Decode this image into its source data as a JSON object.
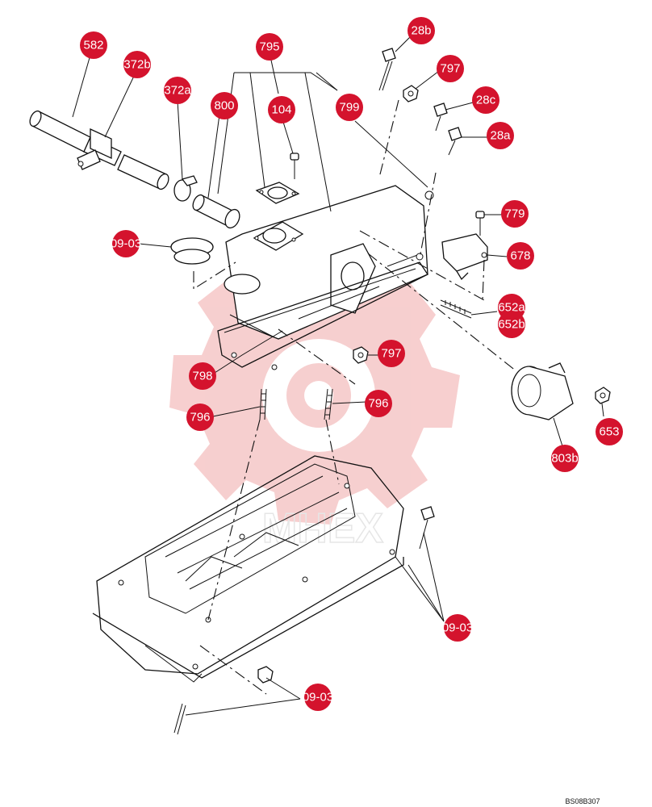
{
  "callouts": [
    {
      "id": "c-582",
      "label": "582"
    },
    {
      "id": "c-372b",
      "label": "372b"
    },
    {
      "id": "c-372a",
      "label": "372a"
    },
    {
      "id": "c-800",
      "label": "800"
    },
    {
      "id": "c-795",
      "label": "795"
    },
    {
      "id": "c-104",
      "label": "104"
    },
    {
      "id": "c-799",
      "label": "799"
    },
    {
      "id": "c-28b",
      "label": "28b"
    },
    {
      "id": "c-797-top",
      "label": "797"
    },
    {
      "id": "c-28c",
      "label": "28c"
    },
    {
      "id": "c-28a",
      "label": "28a"
    },
    {
      "id": "c-0903-left",
      "label": "09-03"
    },
    {
      "id": "c-779",
      "label": "779"
    },
    {
      "id": "c-678",
      "label": "678"
    },
    {
      "id": "c-652a",
      "label": "652a"
    },
    {
      "id": "c-652b",
      "label": "652b"
    },
    {
      "id": "c-797-mid",
      "label": "797"
    },
    {
      "id": "c-798",
      "label": "798"
    },
    {
      "id": "c-796-left",
      "label": "796"
    },
    {
      "id": "c-796-right",
      "label": "796"
    },
    {
      "id": "c-653",
      "label": "653"
    },
    {
      "id": "c-803b",
      "label": "803b"
    },
    {
      "id": "c-0903-right",
      "label": "09-03"
    },
    {
      "id": "c-0903-bottom",
      "label": "09-03"
    }
  ],
  "drawing_code": "BS08B307",
  "colors": {
    "callout": "#d4132d",
    "line": "#111111",
    "watermark": "#f4c4c4"
  },
  "watermark": {
    "text": "MHEX",
    "icon": "gear-logo-watermark"
  }
}
